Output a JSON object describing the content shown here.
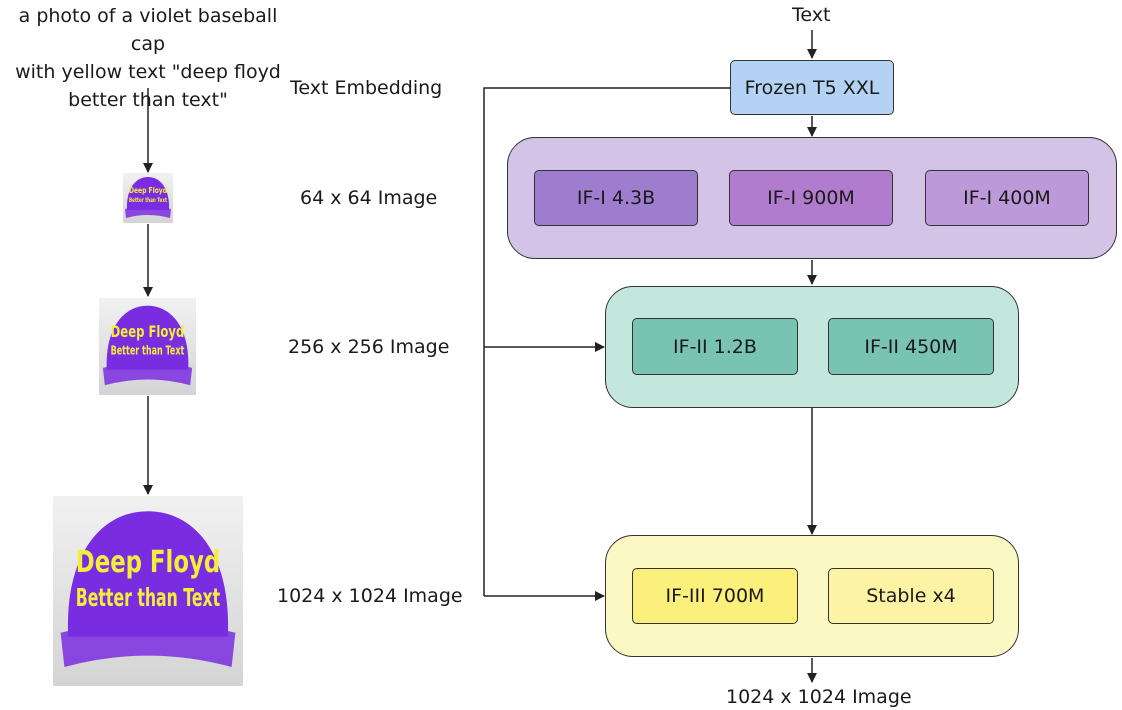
{
  "prompt_lines": [
    "a photo of a violet baseball cap",
    "with yellow text \"deep floyd",
    "better than text\""
  ],
  "stage_labels": {
    "embedding": "Text Embedding",
    "img64": "64 x 64 Image",
    "img256": "256 x 256 Image",
    "img1024": "1024 x 1024 Image"
  },
  "cap_text": [
    "Deep Floyd",
    "Better than Text"
  ],
  "right": {
    "input": "Text",
    "encoder": "Frozen T5 XXL",
    "stage1": [
      "IF-I 4.3B",
      "IF-I 900M",
      "IF-I 400M"
    ],
    "stage2": [
      "IF-II 1.2B",
      "IF-II 450M"
    ],
    "stage3": [
      "IF-III 700M",
      "Stable x4"
    ],
    "output": "1024 x 1024 Image"
  },
  "colors": {
    "encoder": "#b4d3f4",
    "stage1_bg": "#d2c3e7",
    "stage1_a": "#9e7dce",
    "stage1_b": "#b27cce",
    "stage1_c": "#bc9ada",
    "stage2_bg": "#c3e6dd",
    "stage2_node": "#79c3b3",
    "stage3_bg": "#fcf8c4",
    "stage3_a": "#fbf07c",
    "stage3_b": "#fcf4a4",
    "cap_violet": "#7a2de0",
    "cap_text": "#f3ee3a"
  }
}
